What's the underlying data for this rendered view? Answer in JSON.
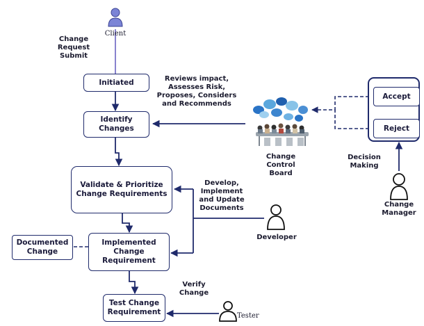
{
  "diagram": {
    "actors": {
      "client": "Client",
      "developer": "Developer",
      "tester": "Tester",
      "change_manager": "Change\nManager"
    },
    "boxes": {
      "initiated": "Initiated",
      "identify": "Identify\nChanges",
      "validate": "Validate & Prioritize\nChange Requirements",
      "implemented": "Implemented\nChange\nRequirement",
      "test": "Test Change\nRequirement",
      "documented": "Documented\nChange",
      "accept": "Accept",
      "reject": "Reject"
    },
    "labels": {
      "change_request": "Change\nRequest\nSubmit",
      "reviews": "Reviews impact,\nAssesses Risk,\nProposes, Considers\nand Recommends",
      "ccb": "Change\nControl\nBoard",
      "develop": "Develop,\nImplement\nand Update\nDocuments",
      "verify": "Verify\nChange",
      "decision": "Decision\nMaking"
    },
    "colors": {
      "line": "#1f2a6b",
      "client_line": "#7b74c9",
      "bubbles": [
        "#2a74c6",
        "#5aa7dd",
        "#88c3e8",
        "#4b8fd4"
      ]
    }
  }
}
